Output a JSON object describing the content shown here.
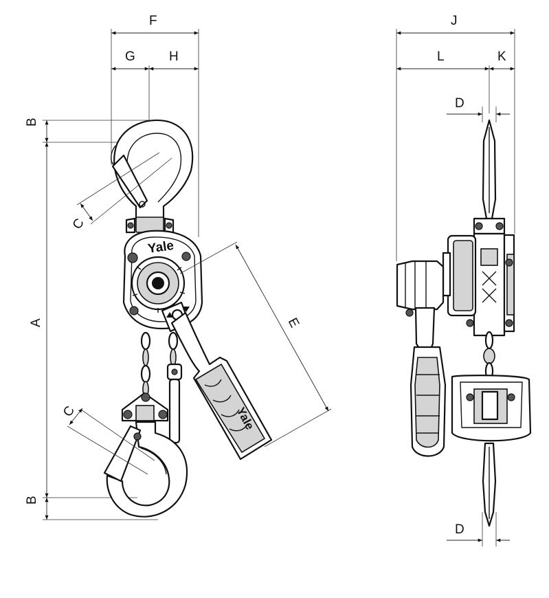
{
  "brand": {
    "logo_text": "Yale",
    "handle_text": "Yale"
  },
  "dimensions": {
    "A": "A",
    "B_top": "B",
    "B_bottom": "B",
    "C_top": "C",
    "C_bottom": "C",
    "D_top": "D",
    "D_bottom": "D",
    "E": "E",
    "F": "F",
    "G": "G",
    "H": "H",
    "J": "J",
    "K": "K",
    "L": "L"
  },
  "colors": {
    "line": "#111111",
    "shade": "#d4d4d4",
    "background": "#ffffff"
  }
}
